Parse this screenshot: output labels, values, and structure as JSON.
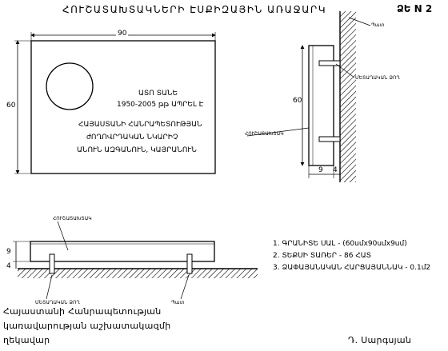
{
  "header": {
    "title": "ՀՈՒՇԱՏԱԽՏԱԿՆԵՐԻ ԷՍՔԻԶԱՅԻՆ ԱՌԱՋԱՐԿ",
    "sheet_label": "ՁԵ N 2"
  },
  "plaque": {
    "width_label": "90",
    "height_label": "60",
    "name": "ԱՏՈ ՏԱՆԵ",
    "dates": "1950-2005 թթ ԱՊՐԵԼ Է",
    "line1": "ՀԱՅԱՍՏԱՆԻ ՀԱՆՐԱՊԵՏՈՒԹՅԱՆ",
    "line2": "ժՈՂՈՎՐԴԱԿԱՆ ՆԿԱՐԻՉ",
    "line3": "ԱՆՈՒՆ ԱԶԳԱՆՈՒՆ, ԿԱՅՐԱՆՈՒՆ"
  },
  "side_view": {
    "wall_label": "Պատ",
    "anchor_label": "ՄԵՏԱՂԱԿԱՆ ՁՈՂ",
    "slab_label": "ՀՈՒՇԱՏԱԽՏԱԿ",
    "height_label": "60",
    "thickness_label": "9",
    "gap_label": "4"
  },
  "plan_view": {
    "slab_label": "ՀՈՒՇԱՏԱԽՏԱԿ",
    "thickness_label": "9",
    "gap_label": "4",
    "anchor_label": "ՄԵՏԱՂԱԿԱՆ ՁՈՂ",
    "wall_label": "Պատ"
  },
  "specs": [
    "1. ԳՐԱՆԻՏԵ ՍԱԼ - (60սմx90սմx9սմ)",
    "2. ՏԵՔՍԻ ՏԱՌԵՐ - 86 ՀԱՏ",
    "3. ՁԱՓԱՅԱՆԱԿԱՆ ՀԱՐՑԱՅԱՆՆԱԿ - 0.1մ2"
  ],
  "footer": {
    "line1": "Հայաստանի Հանրապետության",
    "line2": "կառավարության աշխատակազմի",
    "line3": "ղեկավար",
    "signature": "Դ. Սարգսյան"
  }
}
